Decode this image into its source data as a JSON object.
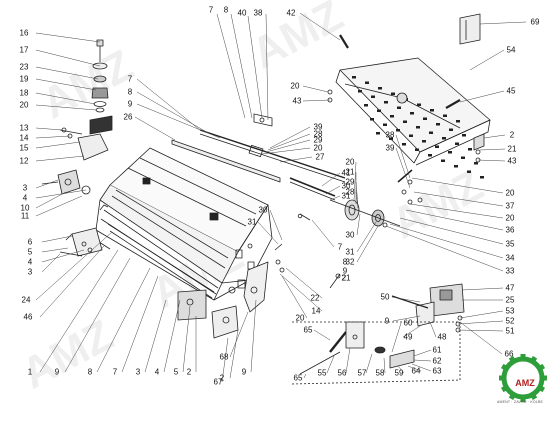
{
  "watermark": "AMZ",
  "logo": {
    "text": "AMZ",
    "subtext": "AMENT · ZAVOD · KOLBE",
    "gear_color": "#2e9e3a",
    "text_color": "#b31f1f"
  },
  "part_labels": [
    {
      "id": "l1",
      "text": "16"
    },
    {
      "id": "l2",
      "text": "17"
    },
    {
      "id": "l3",
      "text": "23"
    },
    {
      "id": "l4",
      "text": "19"
    },
    {
      "id": "l5",
      "text": "18"
    },
    {
      "id": "l6",
      "text": "20"
    },
    {
      "id": "l7",
      "text": "13"
    },
    {
      "id": "l8",
      "text": "14"
    },
    {
      "id": "l9",
      "text": "15"
    },
    {
      "id": "l10",
      "text": "12"
    },
    {
      "id": "l11",
      "text": "3"
    },
    {
      "id": "l12",
      "text": "4"
    },
    {
      "id": "l13",
      "text": "10"
    },
    {
      "id": "l14",
      "text": "11"
    },
    {
      "id": "l15",
      "text": "6"
    },
    {
      "id": "l16",
      "text": "5"
    },
    {
      "id": "l17",
      "text": "4"
    },
    {
      "id": "l18",
      "text": "3"
    },
    {
      "id": "l19",
      "text": "24"
    },
    {
      "id": "l20",
      "text": "46"
    },
    {
      "id": "l21",
      "text": "7"
    },
    {
      "id": "l22",
      "text": "8"
    },
    {
      "id": "l23",
      "text": "40"
    },
    {
      "id": "l24",
      "text": "38"
    },
    {
      "id": "l25",
      "text": "42"
    },
    {
      "id": "l26",
      "text": "7"
    },
    {
      "id": "l27",
      "text": "8"
    },
    {
      "id": "l28",
      "text": "9"
    },
    {
      "id": "l29",
      "text": "26"
    },
    {
      "id": "l30",
      "text": "20"
    },
    {
      "id": "l31",
      "text": "43"
    },
    {
      "id": "l32",
      "text": "39"
    },
    {
      "id": "l33",
      "text": "28"
    },
    {
      "id": "l34",
      "text": "29"
    },
    {
      "id": "l35",
      "text": "20"
    },
    {
      "id": "l36",
      "text": "27"
    },
    {
      "id": "l37",
      "text": "41"
    },
    {
      "id": "l38",
      "text": "30"
    },
    {
      "id": "l39",
      "text": "31"
    },
    {
      "id": "l40",
      "text": "69"
    },
    {
      "id": "l41",
      "text": "54"
    },
    {
      "id": "l42",
      "text": "45"
    },
    {
      "id": "l43",
      "text": "2"
    },
    {
      "id": "l44",
      "text": "21"
    },
    {
      "id": "l45",
      "text": "43"
    },
    {
      "id": "l46",
      "text": "38"
    },
    {
      "id": "l47",
      "text": "39"
    },
    {
      "id": "l48",
      "text": "20"
    },
    {
      "id": "l49",
      "text": "21"
    },
    {
      "id": "l50",
      "text": "29"
    },
    {
      "id": "l51",
      "text": "28"
    },
    {
      "id": "l52",
      "text": "20"
    },
    {
      "id": "l53",
      "text": "37"
    },
    {
      "id": "l54",
      "text": "20"
    },
    {
      "id": "l55",
      "text": "36"
    },
    {
      "id": "l56",
      "text": "35"
    },
    {
      "id": "l57",
      "text": "34"
    },
    {
      "id": "l58",
      "text": "33"
    },
    {
      "id": "l59",
      "text": "7"
    },
    {
      "id": "l60",
      "text": "30"
    },
    {
      "id": "l61",
      "text": "31"
    },
    {
      "id": "l62",
      "text": "32"
    },
    {
      "id": "l63",
      "text": "8"
    },
    {
      "id": "l64",
      "text": "9"
    },
    {
      "id": "l65",
      "text": "2"
    },
    {
      "id": "l66",
      "text": "22"
    },
    {
      "id": "l67",
      "text": "14"
    },
    {
      "id": "l68",
      "text": "20"
    },
    {
      "id": "l69",
      "text": "50"
    },
    {
      "id": "l70",
      "text": "9"
    },
    {
      "id": "l71",
      "text": "47"
    },
    {
      "id": "l72",
      "text": "25"
    },
    {
      "id": "l73",
      "text": "53"
    },
    {
      "id": "l74",
      "text": "52"
    },
    {
      "id": "l75",
      "text": "51"
    },
    {
      "id": "l76",
      "text": "49"
    },
    {
      "id": "l77",
      "text": "48"
    },
    {
      "id": "l78",
      "text": "65"
    },
    {
      "id": "l79",
      "text": "60"
    },
    {
      "id": "l80",
      "text": "61"
    },
    {
      "id": "l81",
      "text": "62"
    },
    {
      "id": "l82",
      "text": "63"
    },
    {
      "id": "l83",
      "text": "66"
    },
    {
      "id": "l84",
      "text": "68"
    },
    {
      "id": "l85",
      "text": "67"
    },
    {
      "id": "l86",
      "text": "65"
    },
    {
      "id": "l87",
      "text": "55"
    },
    {
      "id": "l88",
      "text": "56"
    },
    {
      "id": "l89",
      "text": "57"
    },
    {
      "id": "l90",
      "text": "58"
    },
    {
      "id": "l91",
      "text": "59"
    },
    {
      "id": "l92",
      "text": "64"
    },
    {
      "id": "l93",
      "text": "1"
    },
    {
      "id": "l94",
      "text": "9"
    },
    {
      "id": "l95",
      "text": "8"
    },
    {
      "id": "l96",
      "text": "7"
    },
    {
      "id": "l97",
      "text": "3"
    },
    {
      "id": "l98",
      "text": "4"
    },
    {
      "id": "l99",
      "text": "5"
    },
    {
      "id": "l100",
      "text": "2"
    },
    {
      "id": "l101",
      "text": "2"
    },
    {
      "id": "l102",
      "text": "9"
    },
    {
      "id": "l103",
      "text": "30"
    },
    {
      "id": "l104",
      "text": "31"
    },
    {
      "id": "l105",
      "text": "21"
    }
  ]
}
